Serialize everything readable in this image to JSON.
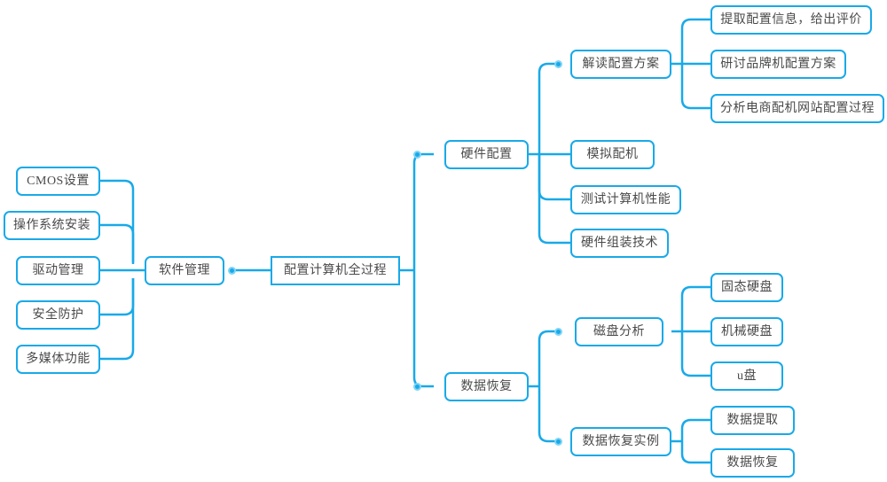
{
  "diagram": {
    "type": "mind-map",
    "title": "配置计算机全过程",
    "accent_color": "#19a9e8",
    "text_color": "#4a4a4a",
    "background": "#ffffff"
  },
  "nodes": {
    "root": {
      "label": "配置计算机全过程"
    },
    "software": {
      "label": "软件管理"
    },
    "software_children": [
      {
        "label": "CMOS设置"
      },
      {
        "label": "操作系统安装"
      },
      {
        "label": "驱动管理"
      },
      {
        "label": "安全防护"
      },
      {
        "label": "多媒体功能"
      }
    ],
    "hardware": {
      "label": "硬件配置"
    },
    "hardware_children": [
      {
        "label": "解读配置方案"
      },
      {
        "label": "模拟配机"
      },
      {
        "label": "测试计算机性能"
      },
      {
        "label": "硬件组装技术"
      }
    ],
    "scheme_children": [
      {
        "label": "提取配置信息，给出评价"
      },
      {
        "label": "研讨品牌机配置方案"
      },
      {
        "label": "分析电商配机网站配置过程"
      }
    ],
    "recovery": {
      "label": "数据恢复"
    },
    "recovery_children": [
      {
        "label": "磁盘分析"
      },
      {
        "label": "数据恢复实例"
      }
    ],
    "disk_children": [
      {
        "label": "固态硬盘"
      },
      {
        "label": "机械硬盘"
      },
      {
        "label": "u盘"
      }
    ],
    "recovery_case_children": [
      {
        "label": "数据提取"
      },
      {
        "label": "数据恢复"
      }
    ]
  }
}
